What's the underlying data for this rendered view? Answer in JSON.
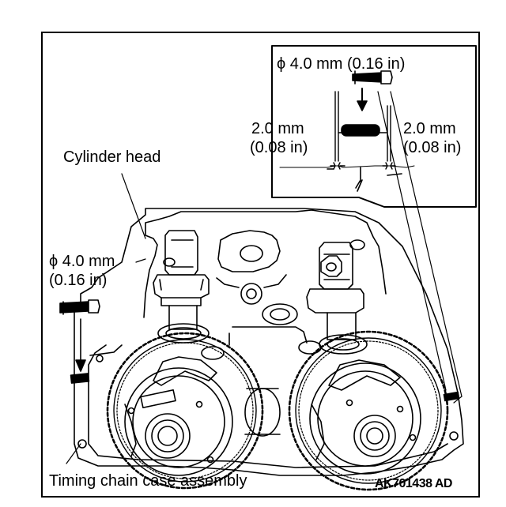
{
  "labels": {
    "cylinder_head": "Cylinder head",
    "timing_chain_case": "Timing chain case assembly",
    "pin_diameter_top": "ϕ 4.0 mm (0.16 in)",
    "pin_diameter_left_line1": "ϕ 4.0 mm",
    "pin_diameter_left_line2": "(0.16 in)",
    "gap_left_line1": "2.0 mm",
    "gap_left_line2": "(0.08 in)",
    "gap_right_line1": "2.0 mm",
    "gap_right_line2": "(0.08 in)",
    "figure_code": "AK701438 AD"
  }
}
